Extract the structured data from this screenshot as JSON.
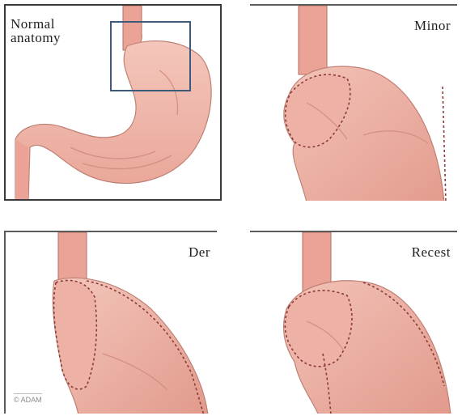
{
  "panels": [
    {
      "label": "Normal anatomy"
    },
    {
      "label": "Minor"
    },
    {
      "label": "Der"
    },
    {
      "label": "Recest"
    }
  ],
  "credit": "© ADAM",
  "colors": {
    "stomach_fill": "#f1b9ad",
    "stomach_shadow": "#d98f82",
    "esophagus_fill": "#eea89d",
    "outline": "#8b3a3a",
    "inset_box": "#3d5a7a",
    "border": "#3a3a3a"
  }
}
